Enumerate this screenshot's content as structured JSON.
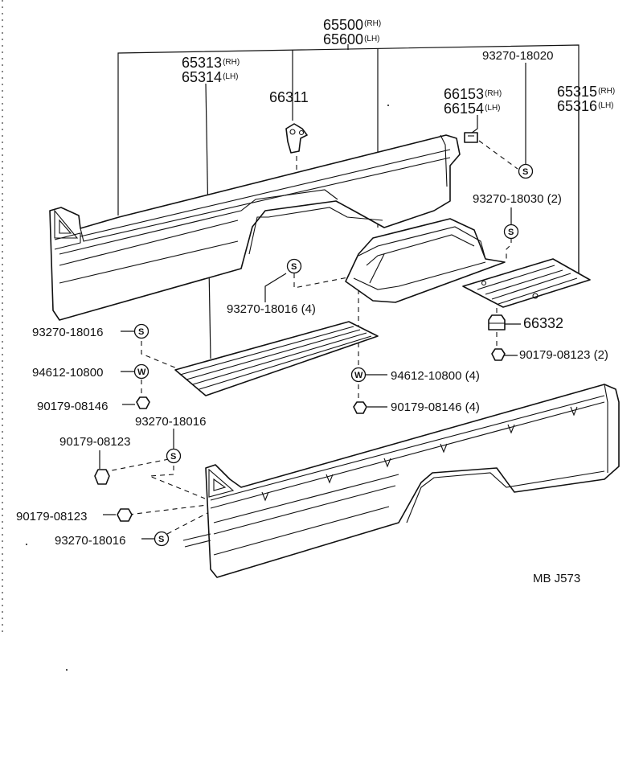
{
  "title_code": "MB  J573",
  "symbols": {
    "s": "S",
    "w": "W"
  },
  "labels": {
    "p65500": {
      "num": "65500",
      "sfx": "(RH)"
    },
    "p65600": {
      "num": "65600",
      "sfx": "(LH)"
    },
    "p65313": {
      "num": "65313",
      "sfx": "(RH)"
    },
    "p65314": {
      "num": "65314",
      "sfx": "(LH)"
    },
    "p66311": {
      "num": "66311"
    },
    "p93270_18020": {
      "num": "93270-18020"
    },
    "p66153": {
      "num": "66153",
      "sfx": "(RH)"
    },
    "p66154": {
      "num": "66154",
      "sfx": "(LH)"
    },
    "p65315": {
      "num": "65315",
      "sfx": "(RH)"
    },
    "p65316": {
      "num": "65316",
      "sfx": "(LH)"
    },
    "p93270_18030": {
      "num": "93270-18030 (2)"
    },
    "p93270_18016_4": {
      "num": "93270-18016 (4)"
    },
    "p93270_18016_a": {
      "num": "93270-18016"
    },
    "p66332": {
      "num": "66332"
    },
    "p90179_08123_2": {
      "num": "90179-08123 (2)"
    },
    "p94612_10800_a": {
      "num": "94612-10800"
    },
    "p94612_10800_4": {
      "num": "94612-10800 (4)"
    },
    "p90179_08146_a": {
      "num": "90179-08146"
    },
    "p90179_08146_4": {
      "num": "90179-08146 (4)"
    },
    "p93270_18016_b": {
      "num": "93270-18016"
    },
    "p90179_08123_a": {
      "num": "90179-08123"
    },
    "p90179_08123_b": {
      "num": "90179-08123"
    },
    "p93270_18016_c": {
      "num": "93270-18016"
    }
  }
}
